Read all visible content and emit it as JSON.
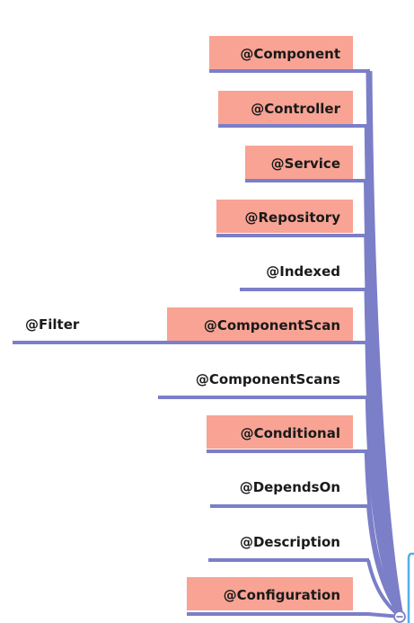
{
  "colors": {
    "branch": "#7b7fc8",
    "highlight": "#f8a394",
    "text": "#1a1a1a",
    "side_bracket": "#55aee8"
  },
  "root": {
    "icon": "collapse-minus-icon"
  },
  "nodes": [
    {
      "id": "component",
      "label": "@Component",
      "highlighted": true
    },
    {
      "id": "controller",
      "label": "@Controller",
      "highlighted": true
    },
    {
      "id": "service",
      "label": "@Service",
      "highlighted": true
    },
    {
      "id": "repository",
      "label": "@Repository",
      "highlighted": true
    },
    {
      "id": "indexed",
      "label": "@Indexed",
      "highlighted": false
    },
    {
      "id": "componentscan",
      "label": "@ComponentScan",
      "highlighted": true,
      "children": [
        {
          "id": "filter",
          "label": "@Filter",
          "highlighted": false
        }
      ]
    },
    {
      "id": "componentscans",
      "label": "@ComponentScans",
      "highlighted": false
    },
    {
      "id": "conditional",
      "label": "@Conditional",
      "highlighted": true
    },
    {
      "id": "dependson",
      "label": "@DependsOn",
      "highlighted": false
    },
    {
      "id": "description",
      "label": "@Description",
      "highlighted": false
    },
    {
      "id": "configuration",
      "label": "@Configuration",
      "highlighted": true
    }
  ]
}
